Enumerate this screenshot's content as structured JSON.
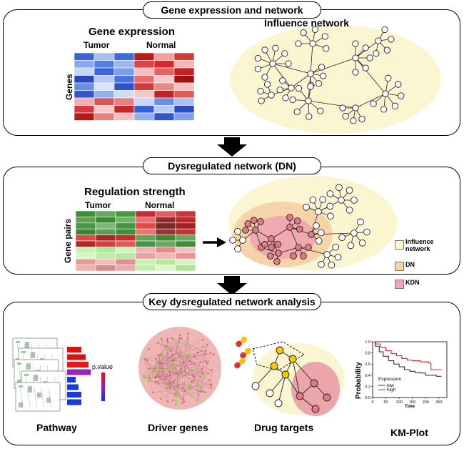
{
  "section1": {
    "title": "Gene expression and network",
    "heatmap_title": "Gene expression",
    "col_tumor": "Tumor",
    "col_normal": "Normal",
    "row_label": "Genes",
    "network_title": "Influence network"
  },
  "section2": {
    "title": "Dysregulated network (DN)",
    "heatmap_title": "Regulation strength",
    "col_tumor": "Tumor",
    "col_normal": "Normal",
    "row_label": "Gene pairs",
    "legend": [
      {
        "label": "Influence network",
        "color": "#fbf5d2"
      },
      {
        "label": "DN",
        "color": "#f6d4aa"
      },
      {
        "label": "KDN",
        "color": "#eeaab0"
      }
    ]
  },
  "section3": {
    "title": "Key dysregulated network analysis",
    "pvalue_label": "p.value",
    "captions": [
      "Pathway",
      "Driver genes",
      "Drug targets",
      "KM-Plot"
    ],
    "km": {
      "ylabel": "Probability",
      "xlabel": "Time",
      "yticks": [
        "0.0",
        "0.2",
        "0.4",
        "0.6",
        "0.8",
        "1.0"
      ],
      "xticks": [
        "0",
        "50",
        "100",
        "150",
        "200",
        "250"
      ],
      "legend_title": "Expression",
      "legend": [
        {
          "label": "low",
          "color": "#333333"
        },
        {
          "label": "high",
          "color": "#e02020"
        }
      ]
    }
  },
  "colors": {
    "influence": "#fbf5d2",
    "dn": "#f6d4aa",
    "kdn": "#eeaab0",
    "node_red": "#e27a80",
    "accent_arrow": "#000000"
  }
}
